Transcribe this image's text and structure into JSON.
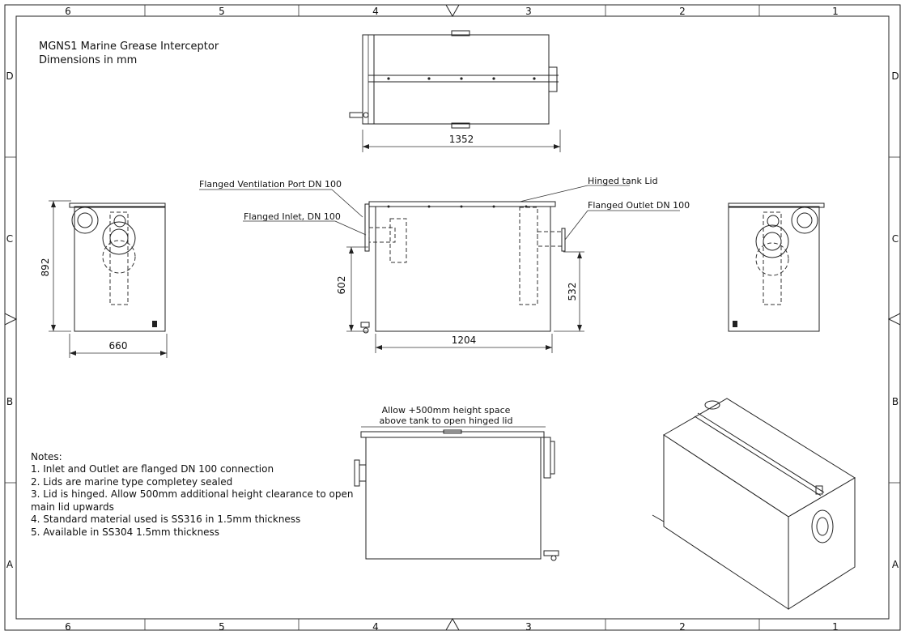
{
  "title": {
    "line1": "MGNS1 Marine Grease Interceptor",
    "line2": "Dimensions in mm"
  },
  "border": {
    "columns": [
      "6",
      "5",
      "4",
      "3",
      "2",
      "1"
    ],
    "rows": [
      "D",
      "C",
      "B",
      "A"
    ]
  },
  "dimensions": {
    "top_length": "1352",
    "side_height": "892",
    "side_width": "660",
    "front_inlet_height": "602",
    "front_outlet_height": "532",
    "front_length": "1204"
  },
  "callouts": {
    "vent_port": "Flanged Ventilation Port DN 100",
    "inlet": "Flanged Inlet, DN 100",
    "hinged_lid": "Hinged tank Lid",
    "outlet": "Flanged Outlet DN 100",
    "clearance_line1": "Allow +500mm height space",
    "clearance_line2": "above tank to open hinged lid"
  },
  "notes": {
    "heading": "Notes:",
    "items": [
      "1. Inlet and Outlet are flanged DN 100 connection",
      "2. Lids are marine type completey sealed",
      "3. Lid is hinged.  Allow 500mm additional height clearance to open",
      "main lid upwards",
      "4. Standard material used is SS316 in 1.5mm thickness",
      "5.  Available in SS304 1.5mm thickness"
    ]
  }
}
